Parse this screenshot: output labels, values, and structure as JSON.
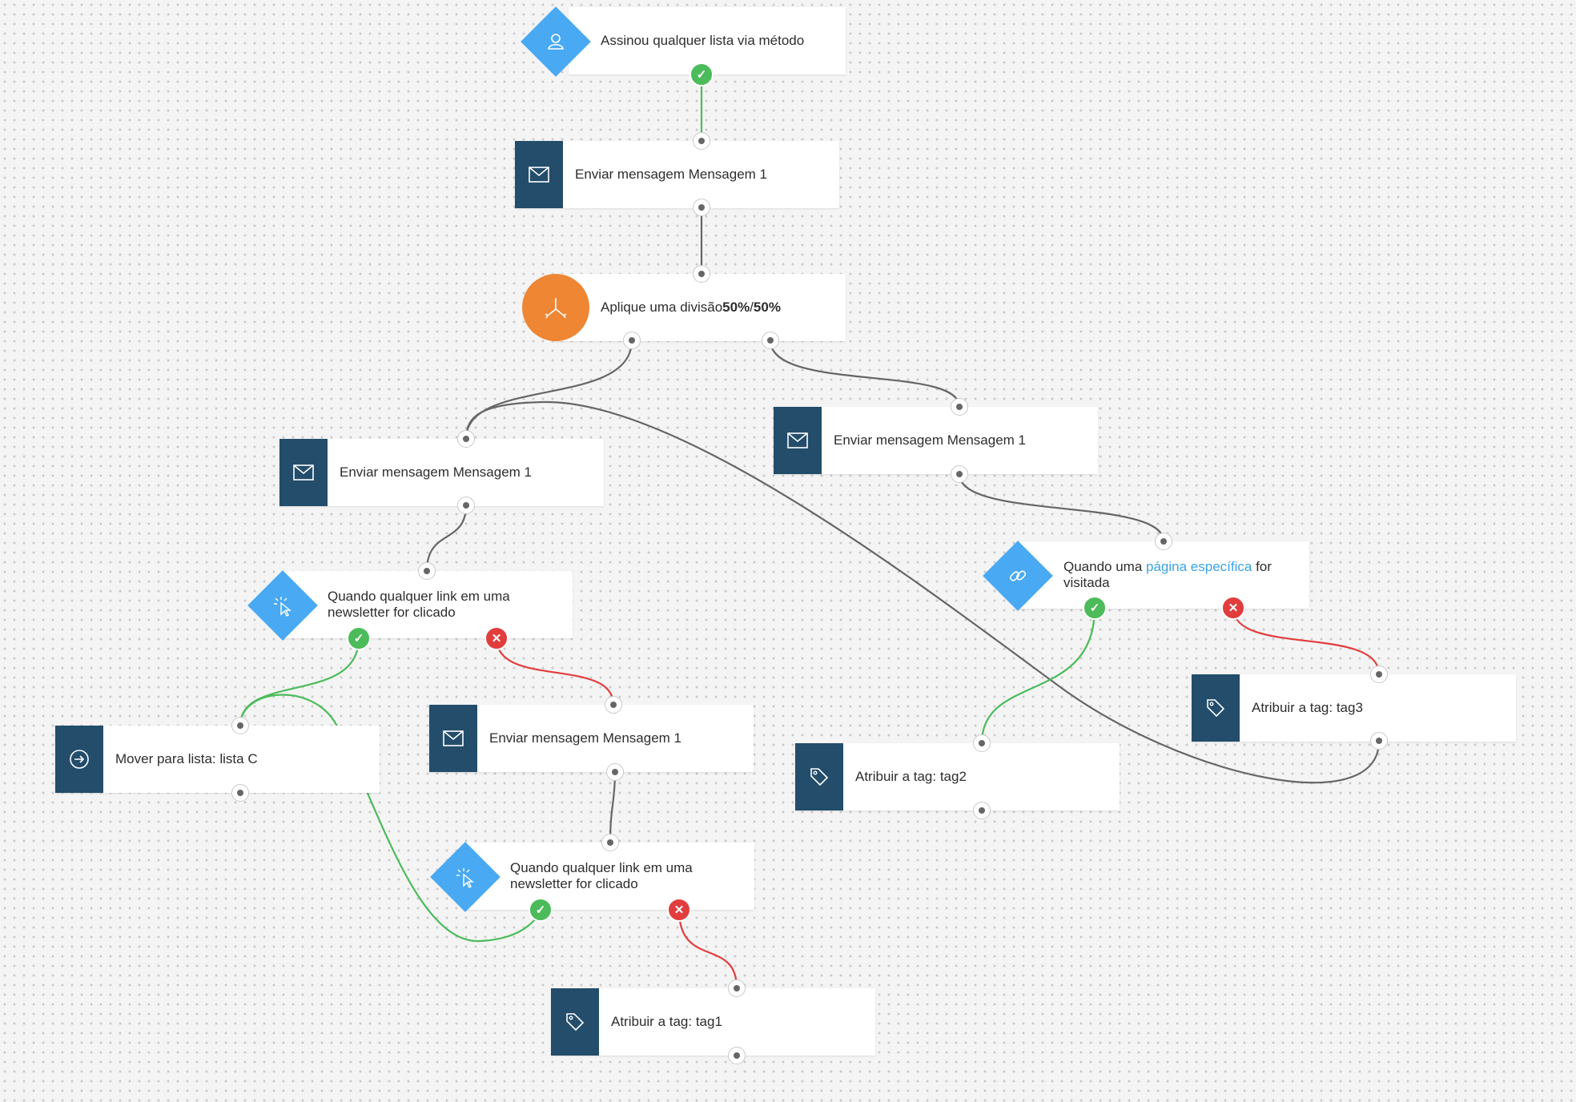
{
  "colors": {
    "canvas_bg": "#f4f4f4",
    "action_square": "#234d6b",
    "condition_diamond": "#49a9f2",
    "split_circle": "#ee8634",
    "yes_green": "#4cbb5a",
    "no_red": "#e23d3d",
    "wire_gray": "#666666",
    "link_blue": "#3aa3e8"
  },
  "nodes": {
    "trigger": {
      "icon": "user-icon",
      "label": "Assinou qualquer lista via método"
    },
    "msg_top": {
      "icon": "envelope-icon",
      "label": "Enviar mensagem Mensagem 1"
    },
    "split": {
      "icon": "split-arrows-icon",
      "prefix": "Aplique uma divisão ",
      "left": "50%",
      "sep": " / ",
      "right": "50%"
    },
    "msg_left": {
      "icon": "envelope-icon",
      "label": "Enviar mensagem Mensagem 1"
    },
    "msg_right": {
      "icon": "envelope-icon",
      "label": "Enviar mensagem Mensagem 1"
    },
    "click_cond_1": {
      "icon": "cursor-click-icon",
      "label": "Quando qualquer link em uma newsletter for clicado"
    },
    "page_cond": {
      "icon": "link-chain-icon",
      "prefix": "Quando uma ",
      "link": "página específica",
      "suffix": " for visitada"
    },
    "move_list": {
      "icon": "arrow-right-circle-icon",
      "label": "Mover para lista: lista C"
    },
    "msg_mid": {
      "icon": "envelope-icon",
      "label": "Enviar mensagem Mensagem 1"
    },
    "tag3": {
      "icon": "tag-icon",
      "label": "Atribuir a tag: tag3"
    },
    "tag2": {
      "icon": "tag-icon",
      "label": "Atribuir a tag: tag2"
    },
    "click_cond_2": {
      "icon": "cursor-click-icon",
      "label": "Quando qualquer link em uma newsletter for clicado"
    },
    "tag1": {
      "icon": "tag-icon",
      "label": "Atribuir a tag: tag1"
    }
  }
}
